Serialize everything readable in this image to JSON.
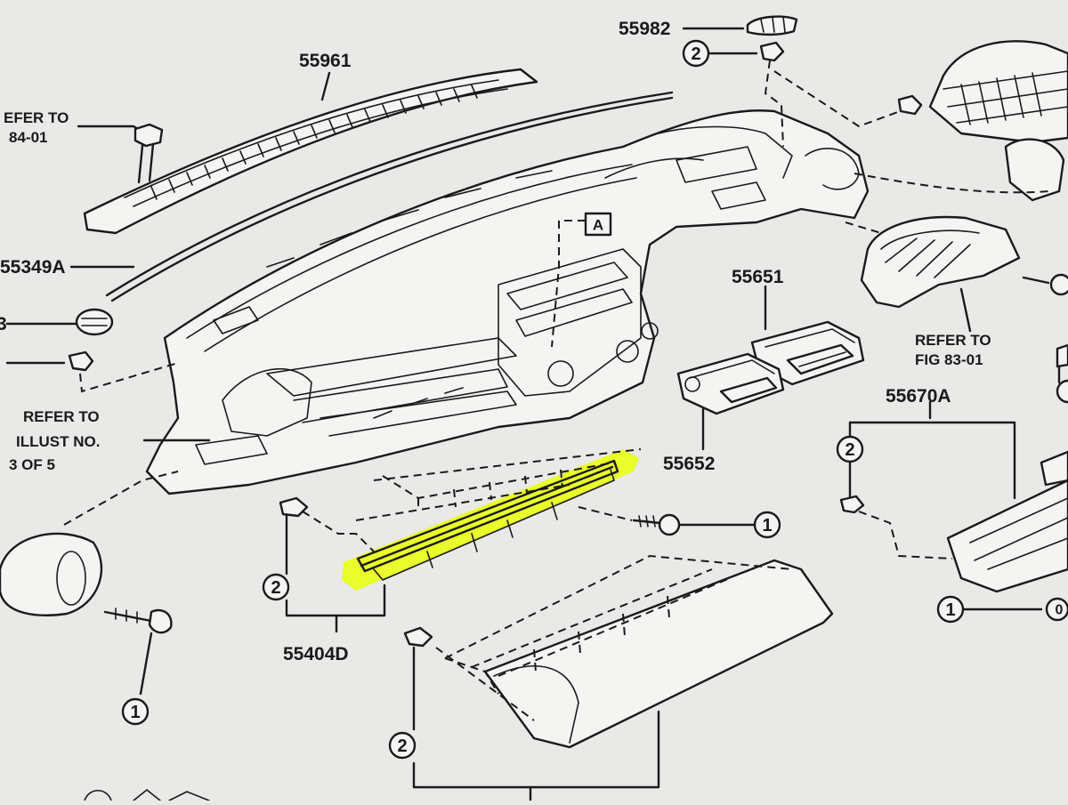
{
  "parts": {
    "p55982": "55982",
    "p55961": "55961",
    "p55349A": "55349A",
    "p55651": "55651",
    "p55652": "55652",
    "p55670A": "55670A",
    "p55404D": "55404D"
  },
  "refs": {
    "ref_8401_line1": "EFER TO",
    "ref_8401_line2": "84-01",
    "ref_illust_line1": "REFER TO",
    "ref_illust_line2": "ILLUST NO.",
    "ref_illust_line3": "3 OF 5",
    "ref_fig_line1": "REFER TO",
    "ref_fig_line2": "FIG 83-01"
  },
  "callouts": {
    "one": "1",
    "two": "2",
    "section_a": "A"
  },
  "partial_labels": {
    "left_cut": "3",
    "right_cut": "0"
  },
  "colors": {
    "highlight": "#e8ff1a",
    "ink": "#1a1a1a",
    "paper": "#e9e9e7"
  }
}
